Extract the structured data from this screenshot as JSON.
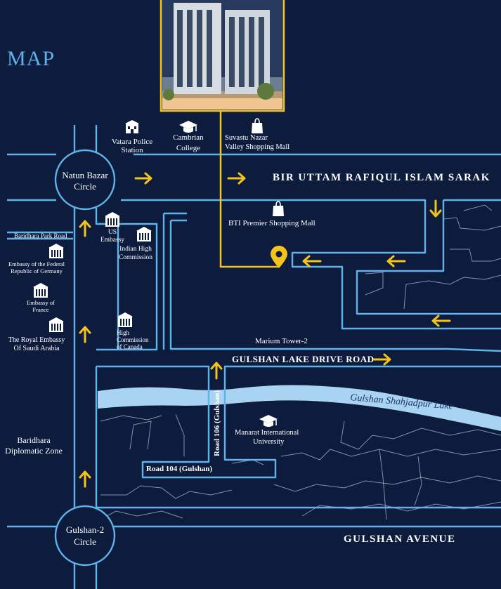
{
  "title": "MAP",
  "roads": {
    "bir_uttam": "BIR UTTAM RAFIQUL ISLAM SARAK",
    "gulshan_lake_drive": "GULSHAN LAKE DRIVE ROAD",
    "gulshan_avenue": "GULSHAN AVENUE",
    "road_106": "Road 106 (Gulshan)",
    "road_104": "Road 104 (Gulshan)",
    "baridhara_park": "Baridhara Park Road",
    "lake": "Gulshan Shahjadpur Lake"
  },
  "circles": {
    "natun_bazar": [
      "Natun Bazar",
      "Circle"
    ],
    "gulshan2": [
      "Gulshan-2",
      "Circle"
    ]
  },
  "places": {
    "vatara": [
      "Vatara Police",
      "Station"
    ],
    "cambrian": [
      "Cambrian",
      "College"
    ],
    "suvastu": [
      "Suvastu Nazar",
      "Valley Shopping Mall"
    ],
    "bti": "BTI Premier Shopping Mall",
    "us_embassy": [
      "US",
      "Embassy"
    ],
    "indian": [
      "Indian High",
      "Commission"
    ],
    "canada": [
      "High",
      "Commission",
      "of Canada"
    ],
    "germany": [
      "Embassy of the Federal",
      "Republic of Germany"
    ],
    "france": [
      "Embassy of",
      "France"
    ],
    "saudi": [
      "The Royal Embassy",
      "Of Saudi Arabia"
    ],
    "marium": "Marium Tower-2",
    "manarat": [
      "Manarat International",
      "University"
    ],
    "baridhara_zone": [
      "Baridhara",
      "Diplomatic Zone"
    ]
  },
  "colors": {
    "background": "#0d1b3d",
    "road": "#5fb3ea",
    "arrow": "#f4c41a",
    "lake": "#a9d3f2"
  },
  "icons": [
    "building-icon",
    "police-station-icon",
    "graduation-cap-icon",
    "shopping-bag-icon",
    "embassy-icon",
    "location-pin-icon"
  ]
}
